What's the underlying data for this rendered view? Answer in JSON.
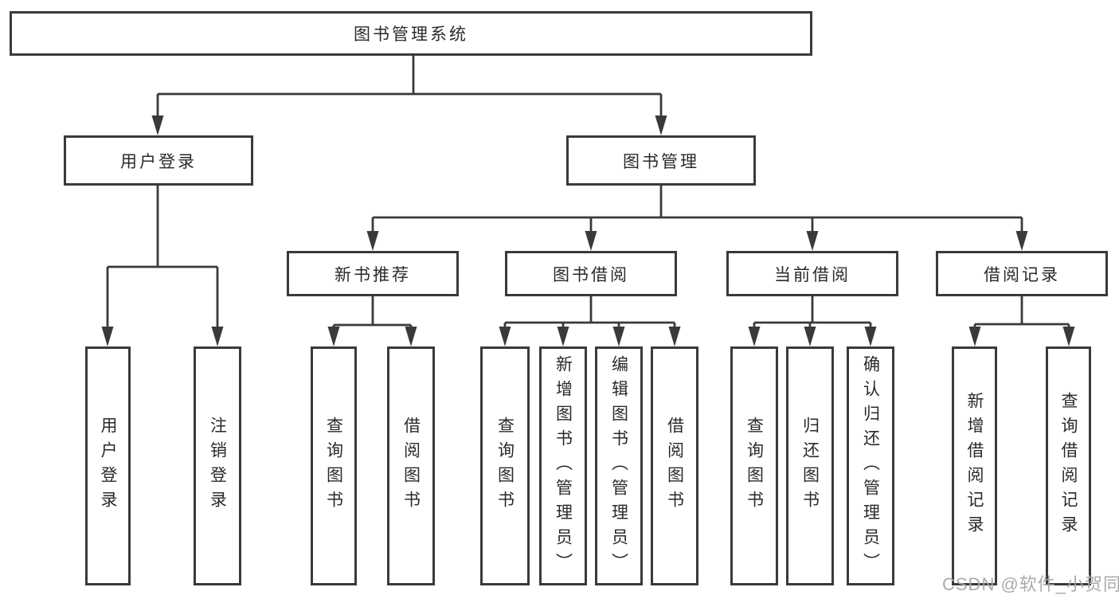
{
  "diagram_type": "hierarchy-tree",
  "tree": {
    "label": "图书管理系统",
    "children": [
      {
        "label": "用户登录",
        "children": [
          {
            "label": "用户登录"
          },
          {
            "label": "注销登录"
          }
        ]
      },
      {
        "label": "图书管理",
        "children": [
          {
            "label": "新书推荐",
            "children": [
              {
                "label": "查询图书"
              },
              {
                "label": "借阅图书"
              }
            ]
          },
          {
            "label": "图书借阅",
            "children": [
              {
                "label": "查询图书"
              },
              {
                "label": "新增图书（管理员）"
              },
              {
                "label": "编辑图书（管理员）"
              },
              {
                "label": "借阅图书"
              }
            ]
          },
          {
            "label": "当前借阅",
            "children": [
              {
                "label": "查询图书"
              },
              {
                "label": "归还图书"
              },
              {
                "label": "确认归还（管理员）"
              }
            ]
          },
          {
            "label": "借阅记录",
            "children": [
              {
                "label": "新增借阅记录"
              },
              {
                "label": "查询借阅记录"
              }
            ]
          }
        ]
      }
    ]
  },
  "watermark": {
    "text": "CSDN @软件_小贺同学"
  },
  "colors": {
    "line": "#3a3a3a",
    "text": "#2a2a2a",
    "box_background": "#ffffff",
    "page_background": "#ffffff",
    "watermark": "#a5a5a5"
  }
}
